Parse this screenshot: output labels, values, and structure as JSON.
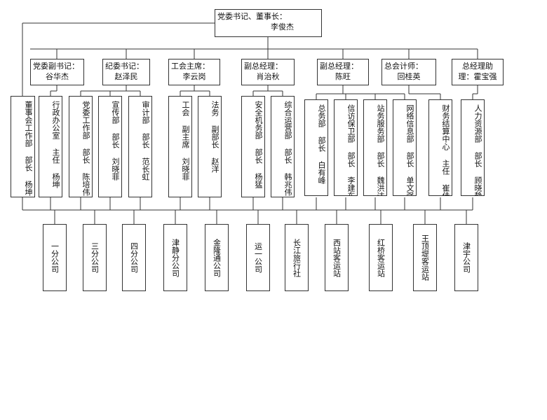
{
  "top": {
    "line1": "党委书记、董事长：",
    "line2": "李俊杰"
  },
  "leaders": [
    {
      "title": "党委副书记：",
      "name": "谷华杰"
    },
    {
      "title": "纪委书记：",
      "name": "赵泽民"
    },
    {
      "title": "工会主席：",
      "name": "李云岗"
    },
    {
      "title": "副总经理：",
      "name": "肖治秋"
    },
    {
      "title": "副总经理：",
      "name": "陈旺"
    },
    {
      "title": "总会计师：",
      "name": "回桂英"
    },
    {
      "title": "总经理助",
      "name": "理：霍宝强"
    }
  ],
  "departments": [
    "董事会工作部 部长 杨坤",
    "行政办公室 主任 杨坤",
    "党委工作部 部长 陈培伟",
    "宣传部 部长 刘晓菲",
    "审计部 部长 范长虹",
    "工会 副主席 刘晓菲",
    "法务 副部长 赵洋",
    "安全机务部 部长 杨猛",
    "综合运营部 部长 韩兆伟",
    "总务部 部长 白有峰",
    "信访保卫部 部长 李建东",
    "站务服务部 部长 魏洪达",
    "网络信息部 部长 单文强",
    "财务结算中心 主任 崔佳",
    "人力资源部 部长 顾晓静"
  ],
  "companies": [
    "一分公司",
    "三分公司",
    "四分公司",
    "津静分公司",
    "金隆通公司",
    "运一公司",
    "长江旅行社",
    "西站客运站",
    "红桥客运站",
    "王顶堤客运站",
    "津宇公司"
  ]
}
